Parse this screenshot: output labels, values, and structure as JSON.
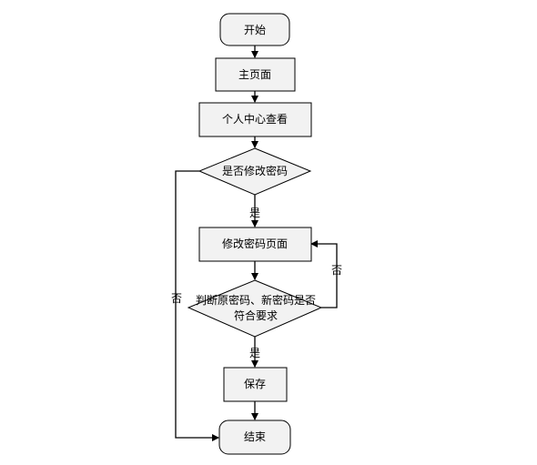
{
  "flowchart": {
    "nodes": {
      "start": "开始",
      "home": "主页面",
      "personal_center": "个人中心查看",
      "decision_change_password": "是否修改密码",
      "change_password_page": "修改密码页面",
      "decision_check_line1": "判断原密码、新密码是否",
      "decision_check_line2": "符合要求",
      "save": "保存",
      "end": "结束"
    },
    "edges": {
      "yes_label_1": "是",
      "no_label_left": "否",
      "no_label_loop": "否",
      "yes_label_2": "是"
    }
  }
}
